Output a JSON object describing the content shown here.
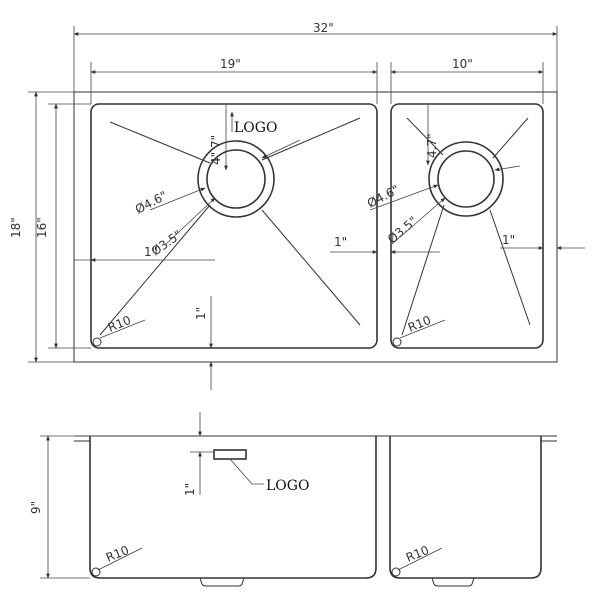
{
  "top_view": {
    "overall_width": "32\"",
    "left_bowl_width": "19\"",
    "right_bowl_width": "10\"",
    "overall_depth": "18\"",
    "bowl_depth": "16\"",
    "left_logo": "LOGO",
    "left_drain_offset": "7\"",
    "left_drain_side": "4\"",
    "left_drain_outer": "Ø4.6\"",
    "left_drain_inner": "Ø3.5\"",
    "left_side_margin": "1\"",
    "center_divider_gap": "1\"",
    "bottom_margin": "1\"",
    "right_drain_offset": "4.7\"",
    "right_drain_outer": "Ø4.6\"",
    "right_drain_inner": "Ø3.5\"",
    "right_side_margin": "1\"",
    "left_radius": "R10",
    "right_radius": "R10"
  },
  "side_view": {
    "depth": "9\"",
    "logo_offset": "1\"",
    "logo": "LOGO",
    "left_radius": "R10",
    "right_radius": "R10"
  }
}
